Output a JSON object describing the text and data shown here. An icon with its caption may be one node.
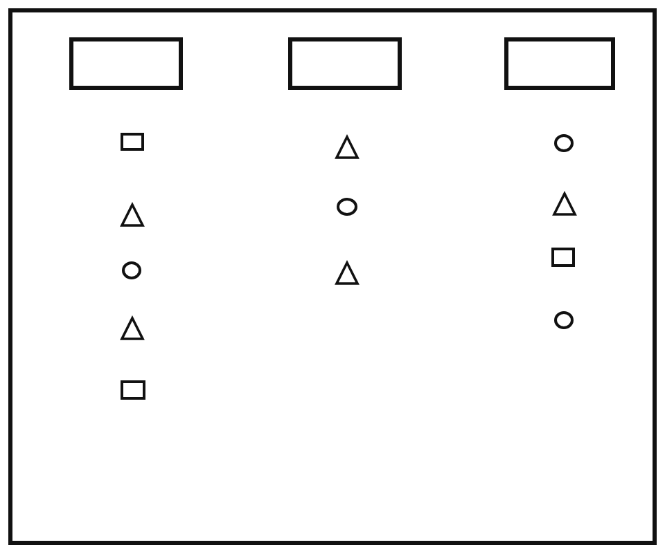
{
  "diagram": {
    "nodes": [
      {
        "text": [],
        "shape": "box"
      },
      {
        "text": [],
        "shape": "box",
        "in": 0
      },
      {
        "text": [],
        "shape": "box",
        "in": 0
      },
      {
        "text": [],
        "shape": "box",
        "in": 0
      },
      {
        "text": [],
        "shape": "box",
        "in": 0
      },
      {
        "text": [],
        "shape": "triangle",
        "in": 0
      },
      {
        "text": [],
        "shape": "circle",
        "in": 0
      },
      {
        "text": [],
        "shape": "triangle",
        "in": 0
      },
      {
        "text": [],
        "shape": "box",
        "in": 0
      },
      {
        "text": [],
        "shape": "triangle",
        "in": 0
      },
      {
        "text": [],
        "shape": "circle",
        "in": 0
      },
      {
        "text": [],
        "shape": "triangle",
        "in": 0
      },
      {
        "text": [],
        "shape": "circle",
        "in": 0
      },
      {
        "text": [],
        "shape": "triangle",
        "in": 0
      },
      {
        "text": [],
        "shape": "box",
        "in": 0
      },
      {
        "text": [],
        "shape": "circle",
        "in": 0
      }
    ]
  }
}
